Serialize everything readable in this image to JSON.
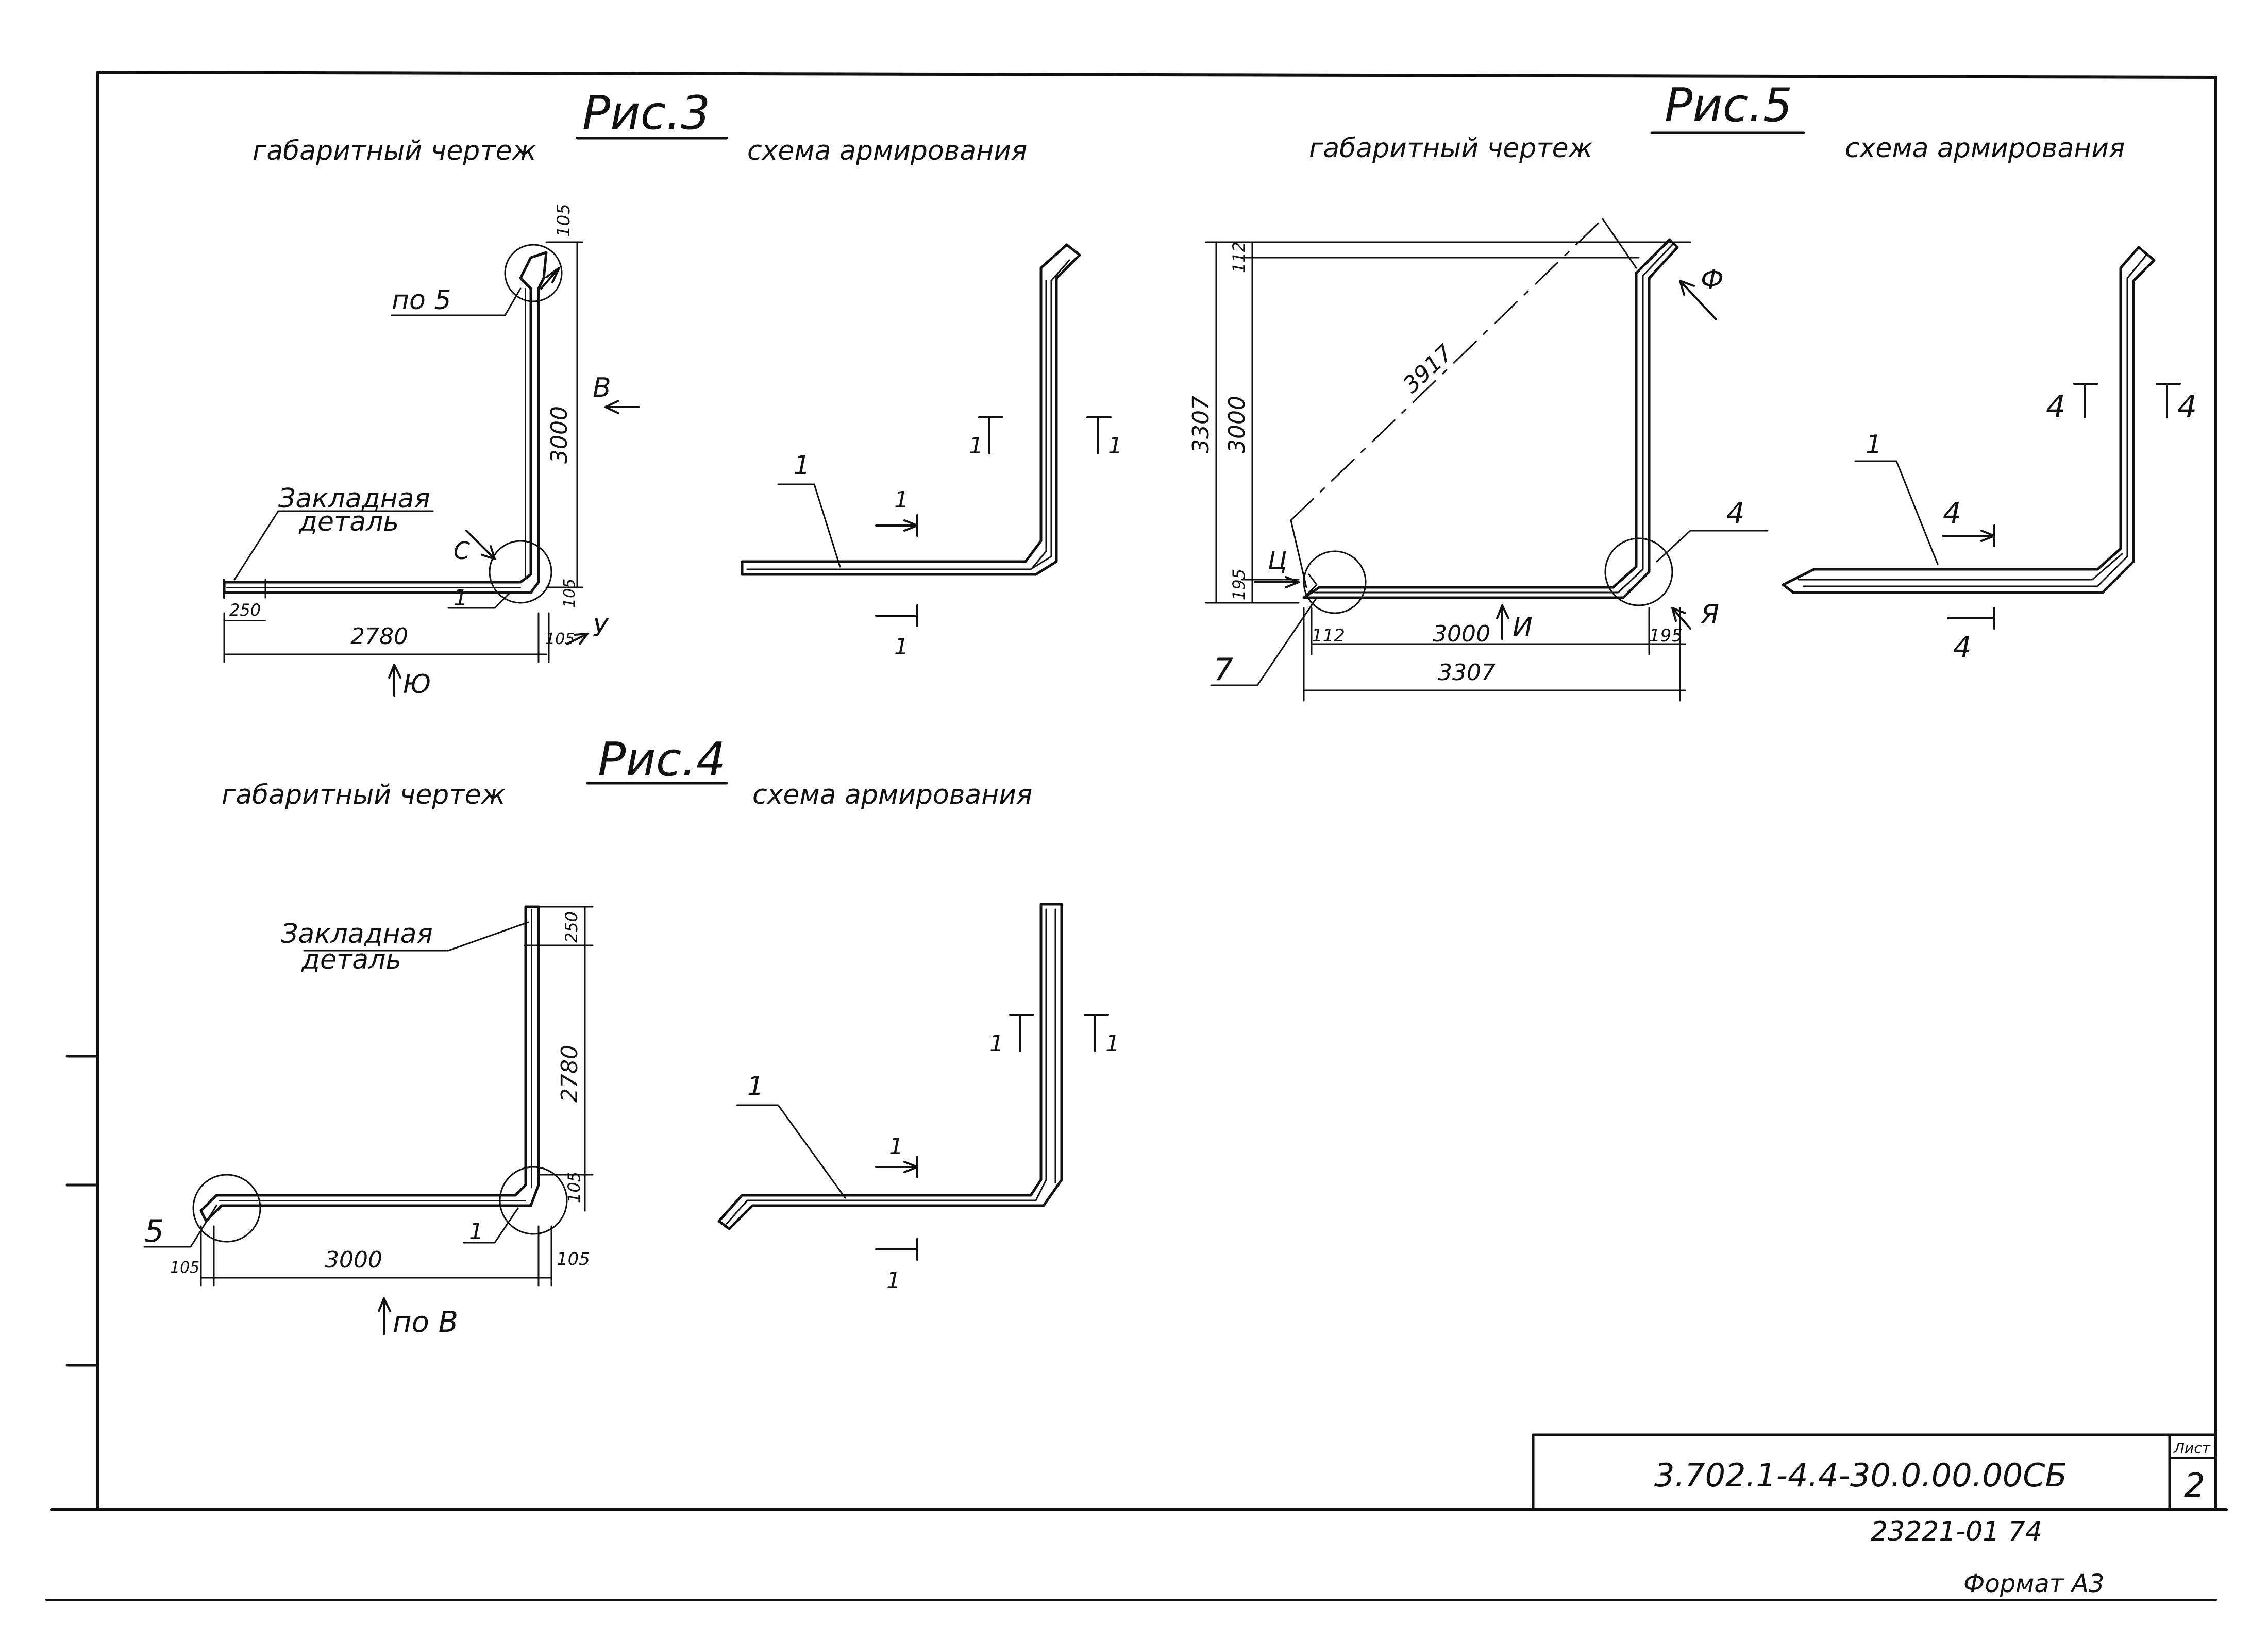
{
  "fig3": {
    "title": "Рис.3",
    "left_caption": "габаритный чертеж",
    "right_caption": "схема армирования",
    "callout_top": "по 5",
    "embedded_part_line1": "Закладная",
    "embedded_part_line2": "деталь",
    "dim_vertical": "3000",
    "dim_top_small": "105",
    "dim_corner_small": "105",
    "dim_bottom_small": "105",
    "dim_end": "250",
    "dim_horizontal": "2780",
    "view_b": "В",
    "view_yu": "Ю",
    "view_u": "У",
    "view_c": "С",
    "pos_1": "1",
    "schema_pos": "1",
    "section_label": "1"
  },
  "fig4": {
    "title": "Рис.4",
    "left_caption": "габаритный чертеж",
    "right_caption": "схема армирования",
    "embedded_part_line1": "Закладная",
    "embedded_part_line2": "деталь",
    "dim_end": "250",
    "dim_vertical": "2780",
    "dim_corner": "105",
    "dim_horizontal": "3000",
    "dim_left_small": "105",
    "dim_right_small": "105",
    "view_label": "по В",
    "pos_5": "5",
    "pos_1": "1",
    "schema_pos": "1",
    "section_label": "1"
  },
  "fig5": {
    "title": "Рис.5",
    "left_caption": "габаритный чертеж",
    "right_caption": "схема армирования",
    "dim_total_v": "3307",
    "dim_v": "3000",
    "dim_top": "112",
    "dim_bottom": "195",
    "dim_diag": "3917",
    "dim_h": "3000",
    "dim_total_h": "3307",
    "dim_left_small": "112",
    "dim_right_small": "195",
    "view_f": "Ф",
    "view_ya": "Я",
    "view_i": "И",
    "view_ts": "Ц",
    "pos_4": "4",
    "pos_7": "7",
    "schema_pos": "1",
    "section_label": "4"
  },
  "title_block": {
    "designation": "3.702.1-4.4-30.0.00.00СБ",
    "sheet_label": "Лист",
    "sheet_number": "2",
    "archive_number": "23221-01  74",
    "format": "Формат А3"
  }
}
